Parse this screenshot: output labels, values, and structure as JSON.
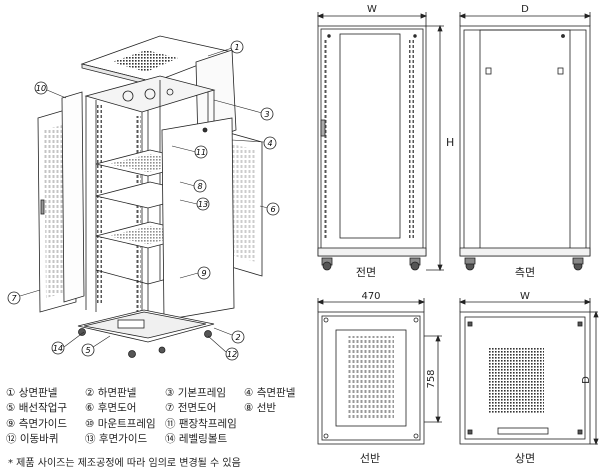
{
  "callouts": [
    "1",
    "2",
    "3",
    "4",
    "5",
    "6",
    "7",
    "8",
    "9",
    "10",
    "11",
    "12",
    "13",
    "14"
  ],
  "labels": {
    "front_width": "W",
    "side_depth": "D",
    "height": "H",
    "front_view": "전면",
    "side_view": "측면",
    "shelf_width": "470",
    "shelf_depth": "758",
    "shelf_view": "선반",
    "top_width": "W",
    "top_depth": "D",
    "top_view": "상면"
  },
  "legend": [
    [
      "① 상면판넬",
      "② 하면판넬",
      "③ 기본프레임",
      "④ 측면판넬"
    ],
    [
      "⑤ 배선작업구",
      "⑥ 후면도어",
      "⑦ 전면도어",
      "⑧ 선반"
    ],
    [
      "⑨ 측면가이드",
      "⑩ 마운트프레임",
      "⑪ 팬장착프레임"
    ],
    [
      "⑫ 이동바퀴",
      "⑬ 후면가이드",
      "⑭ 레벨링볼트"
    ]
  ],
  "note": "* 제품 사이즈는 제조공정에 따라 임의로 변경될 수 있음"
}
